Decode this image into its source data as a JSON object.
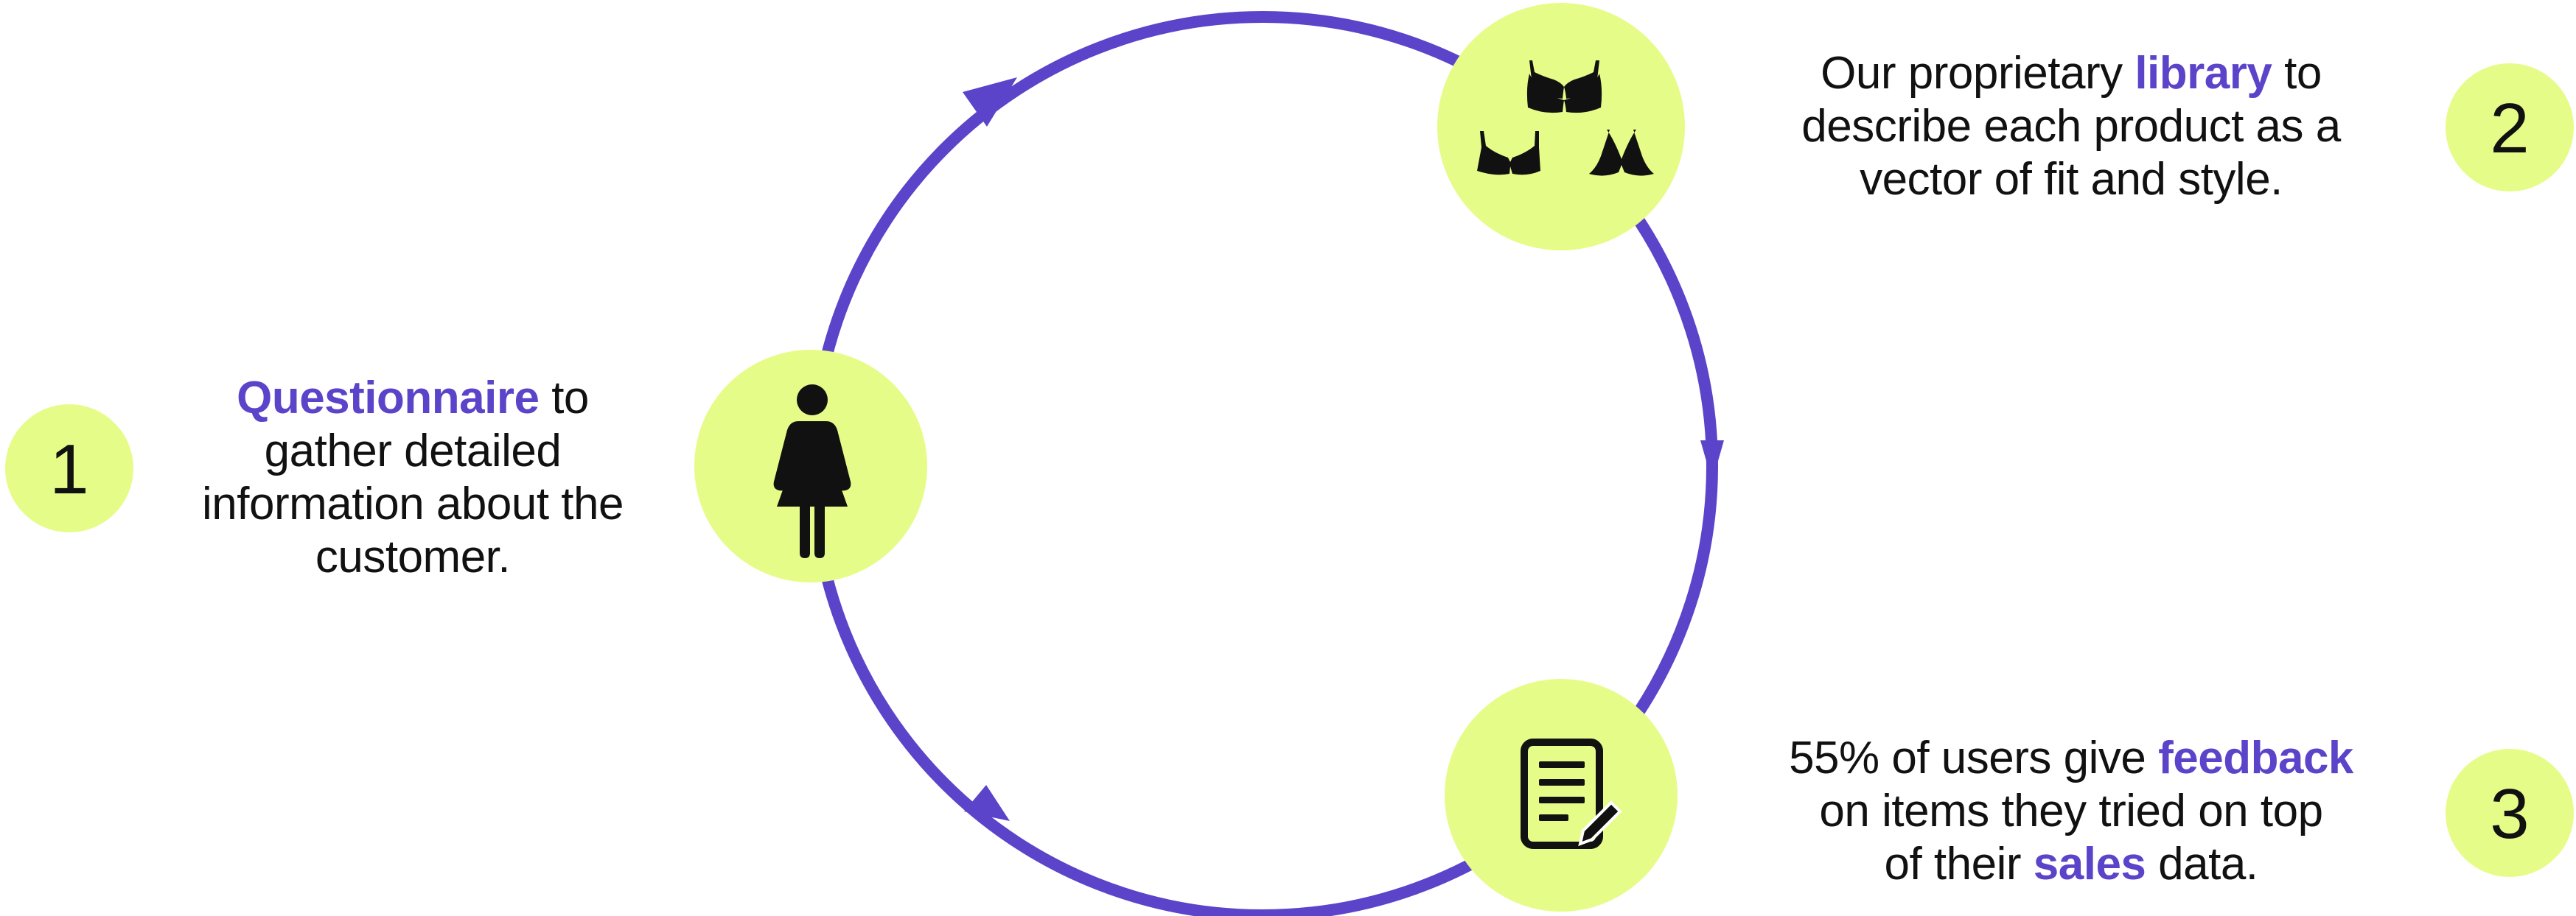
{
  "colors": {
    "accent": "#5b44c9",
    "node_fill": "#e6fc88",
    "icon": "#111111",
    "text": "#111111"
  },
  "steps": [
    {
      "number": "1",
      "icon": "woman-icon",
      "highlight": "Questionnaire",
      "line1_rest": " to",
      "line2": "gather detailed",
      "line3": "information about the",
      "line4": "customer."
    },
    {
      "number": "2",
      "icon": "bras-icon",
      "pre": "Our proprietary ",
      "highlight": "library",
      "post": " to",
      "line2": "describe each product as a",
      "line3": "vector of fit and style."
    },
    {
      "number": "3",
      "icon": "document-edit-icon",
      "pre": "55% of users give ",
      "highlight": "feedback",
      "line2": "on items they tried on top",
      "line3_pre": "of their ",
      "highlight2": "sales",
      "line3_post": " data."
    }
  ]
}
